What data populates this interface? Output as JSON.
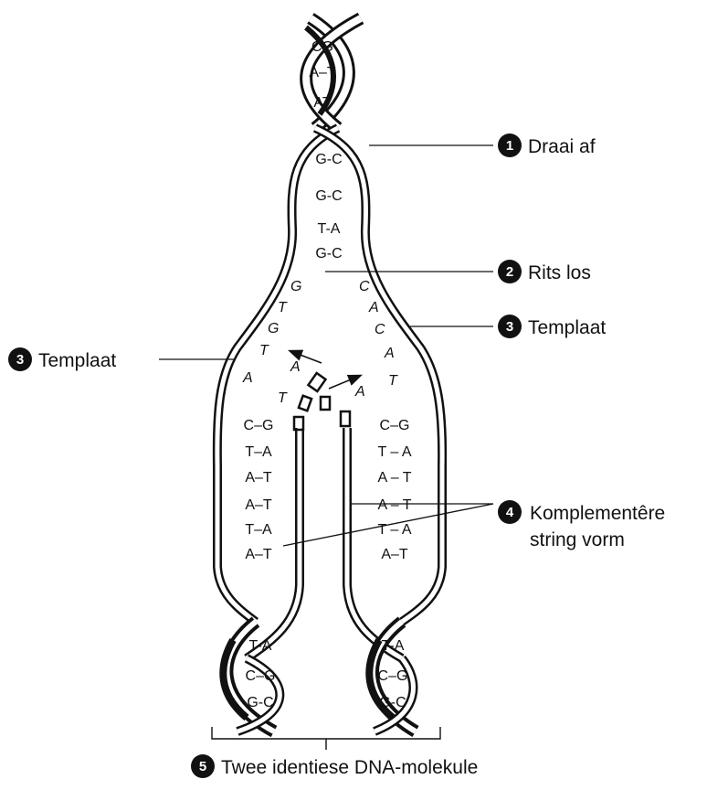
{
  "labels": {
    "step1": {
      "num": "1",
      "text": "Draai af"
    },
    "step2": {
      "num": "2",
      "text": "Rits los"
    },
    "step3_right": {
      "num": "3",
      "text": "Templaat"
    },
    "step3_left": {
      "num": "3",
      "text": "Templaat"
    },
    "step4": {
      "num": "4",
      "line1": "Komplementêre",
      "line2": "string vorm"
    },
    "step5": {
      "num": "5",
      "text": "Twee identiese DNA-molekule"
    }
  },
  "base_pairs": {
    "top_helix": [
      "CG",
      "A–T",
      "AT"
    ],
    "stem": [
      "G-C",
      "G-C",
      "T-A",
      "G-C"
    ],
    "fork_left": [
      "G",
      "T",
      "G",
      "T",
      "A",
      "A",
      "T"
    ],
    "fork_right": [
      "C",
      "A",
      "C",
      "A",
      "T",
      "A"
    ],
    "left_daughter": [
      "C–G",
      "T–A",
      "A–T",
      "A–T",
      "T–A",
      "A–T"
    ],
    "right_daughter": [
      "C–G",
      "T – A",
      "A – T",
      "A – T",
      "T – A",
      "A–T"
    ],
    "left_bottom_helix": [
      "T-A",
      "C–G",
      "G-C"
    ],
    "right_bottom_helix": [
      "T-A",
      "C–G",
      "G-C"
    ]
  },
  "colors": {
    "ink": "#111111",
    "badge": "#111111",
    "background": "#ffffff"
  }
}
